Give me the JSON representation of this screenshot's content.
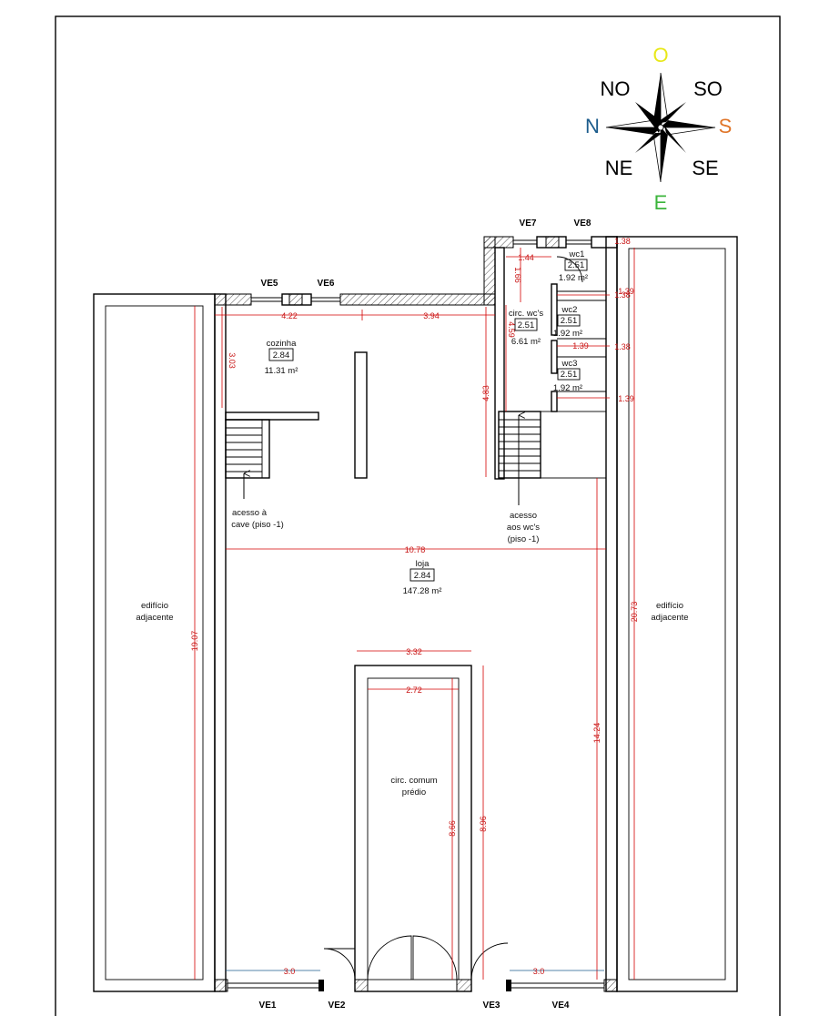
{
  "compass": {
    "o": "O",
    "no": "NO",
    "so": "SO",
    "n": "N",
    "s": "S",
    "ne": "NE",
    "se": "SE",
    "e": "E",
    "colors": {
      "o": "#e8e81a",
      "n": "#1c5c8c",
      "s": "#e0762a",
      "e": "#3cb53c"
    }
  },
  "windows": {
    "ve1": "VE1",
    "ve2": "VE2",
    "ve3": "VE3",
    "ve4": "VE4",
    "ve5": "VE5",
    "ve6": "VE6",
    "ve7": "VE7",
    "ve8": "VE8"
  },
  "rooms": {
    "cozinha": {
      "name": "cozinha",
      "height": "2.84",
      "area": "11.31 m²"
    },
    "loja": {
      "name": "loja",
      "height": "2.84",
      "area": "147.28 m²"
    },
    "circ_wc": {
      "name": "circ. wc's",
      "height": "2.51",
      "area": "6.61 m²"
    },
    "wc1": {
      "name": "wc1",
      "height": "2.51",
      "area": "1.92 m²"
    },
    "wc2": {
      "name": "wc2",
      "height": "2.51",
      "area": "1.92 m²"
    },
    "wc3": {
      "name": "wc3",
      "height": "2.51",
      "area": "1.92 m²"
    },
    "circ_comum_1": "circ. comum",
    "circ_comum_2": "prédio",
    "adj_left_1": "edifício",
    "adj_left_2": "adjacente",
    "adj_right_1": "edifício",
    "adj_right_2": "adjacente",
    "acesso_cave_1": "acesso à",
    "acesso_cave_2": "cave (piso -1)",
    "acesso_wc_1": "acesso",
    "acesso_wc_2": "aos wc's",
    "acesso_wc_3": "(piso -1)"
  },
  "dimensions": {
    "d422": "4.22",
    "d394": "3.94",
    "d303": "3.03",
    "d483": "4.83",
    "d144": "1.44",
    "d166": "1.66",
    "d459": "4.59",
    "d138a": "1.38",
    "d139a": "1.39",
    "d138b": "1.38",
    "d139b": "1.39",
    "d138c": "1.38",
    "d139c": "1.39",
    "d1078": "10.78",
    "d1907": "19.07",
    "d2073": "20.73",
    "d332": "3.32",
    "d272": "2.72",
    "d866": "8.66",
    "d896": "8.96",
    "d1424": "14.24",
    "d30a": "3.0",
    "d30b": "3.0"
  }
}
